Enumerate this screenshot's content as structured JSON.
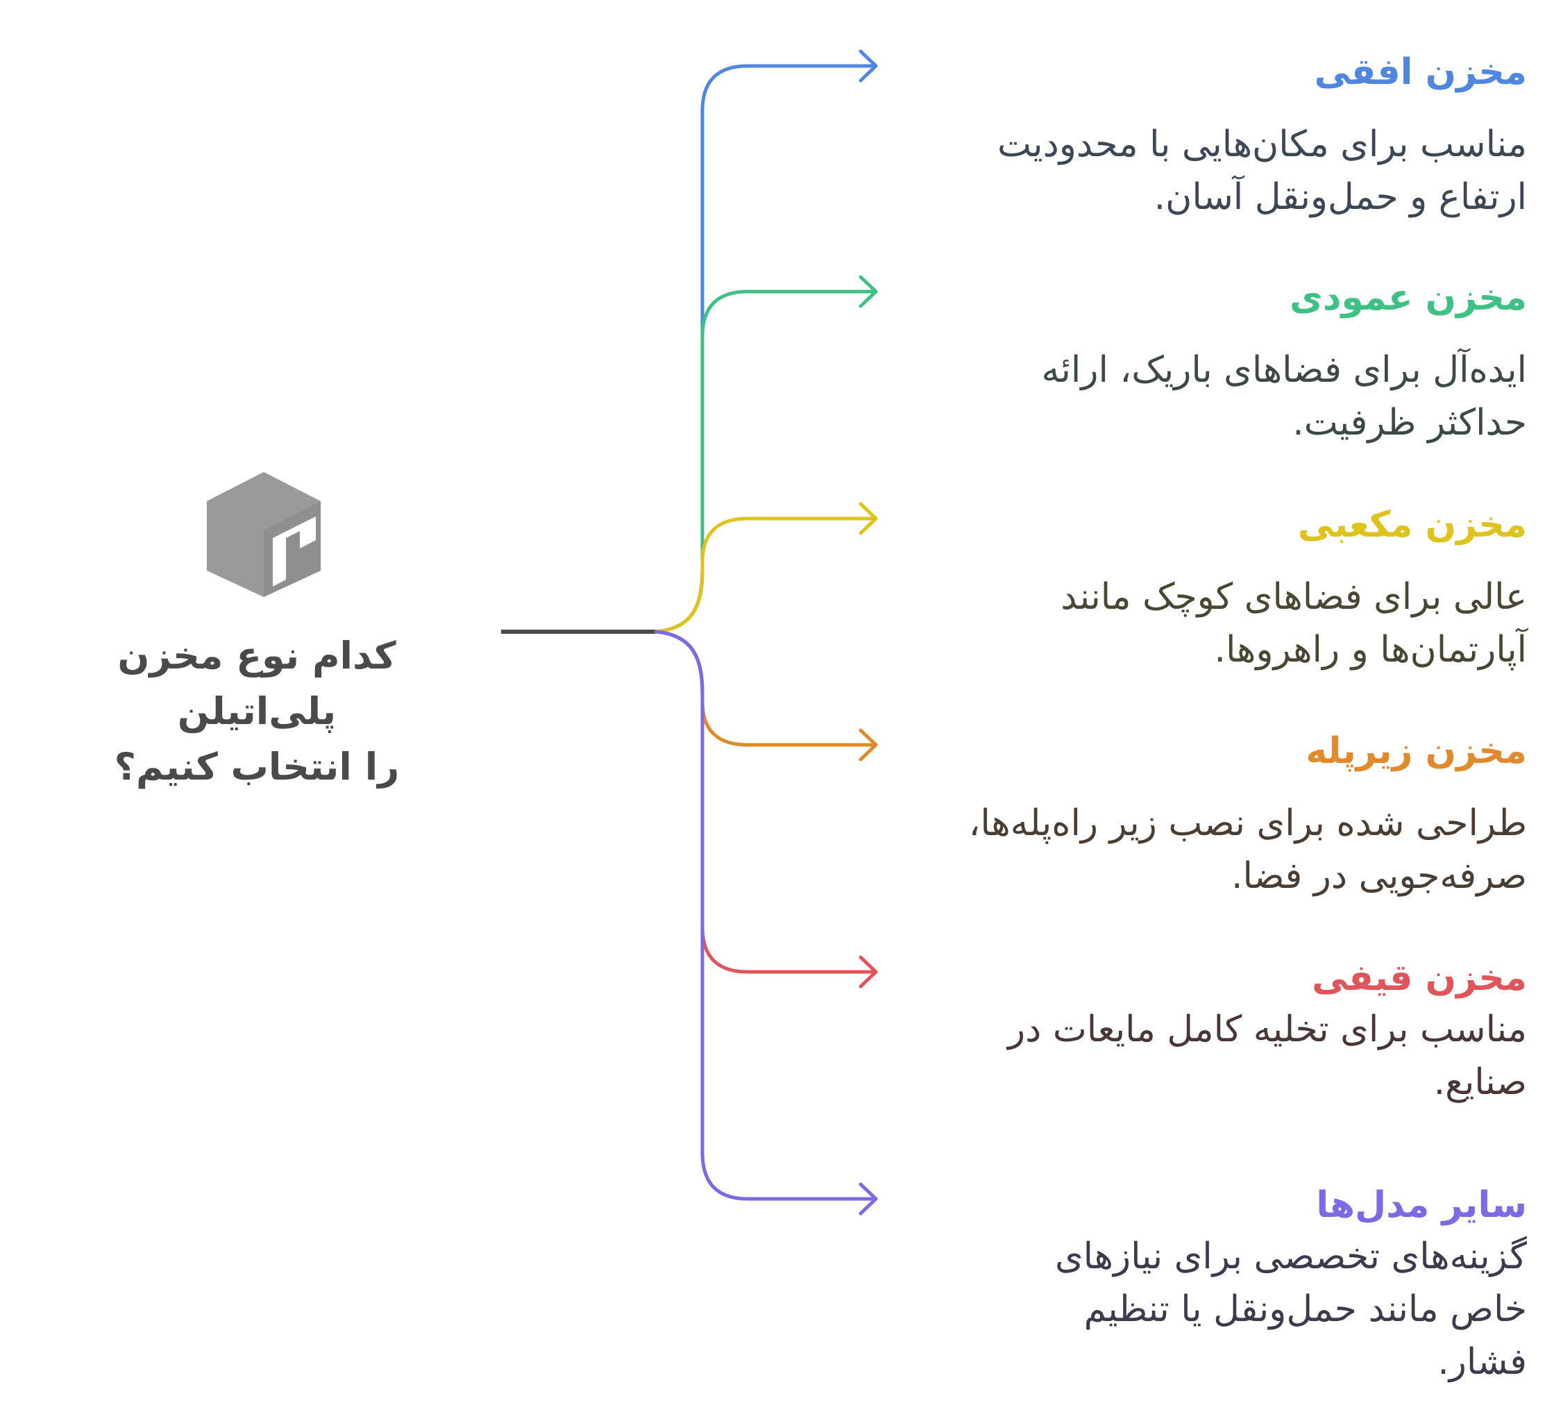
{
  "root": {
    "title_line1": "کدام نوع مخزن پلی‌اتیلن",
    "title_line2": "را انتخاب کنیم؟",
    "icon": "cube-icon",
    "icon_color": "#9a9a9a",
    "connector_color": "#4a4a4a"
  },
  "branches": [
    {
      "title": "مخزن افقی",
      "desc_line1": "مناسب برای مکان‌هایی با محدودیت",
      "desc_line2": "ارتفاع و حمل‌ونقل آسان.",
      "desc_line3": "",
      "color": "#4f86e0",
      "desc_color": "#3c4654"
    },
    {
      "title": "مخزن عمودی",
      "desc_line1": "ایده‌آل برای فضاهای باریک، ارائه",
      "desc_line2": "حداکثر ظرفیت.",
      "desc_line3": "",
      "color": "#3fc084",
      "desc_color": "#3d4a44"
    },
    {
      "title": "مخزن مکعبی",
      "desc_line1": "عالی برای فضاهای کوچک مانند",
      "desc_line2": "آپارتمان‌ها و راهروها.",
      "desc_line3": "",
      "color": "#e0c21c",
      "desc_color": "#4a4634"
    },
    {
      "title": "مخزن زیرپله",
      "desc_line1": "طراحی شده برای نصب زیر راه‌پله‌ها،",
      "desc_line2": "صرفه‌جویی در فضا.",
      "desc_line3": "",
      "color": "#e08a2c",
      "desc_color": "#4a3e34"
    },
    {
      "title": "مخزن قیفی",
      "desc_line1": "مناسب برای تخلیه کامل مایعات در",
      "desc_line2": "صنایع.",
      "desc_line3": "",
      "color": "#e0555a",
      "desc_color": "#4a3636"
    },
    {
      "title": "سایر مدل‌ها",
      "desc_line1": "گزینه‌های تخصصی برای نیازهای",
      "desc_line2": "خاص مانند حمل‌ونقل یا تنظیم",
      "desc_line3": "فشار.",
      "color": "#7b6ae6",
      "desc_color": "#3e3a4e"
    }
  ]
}
